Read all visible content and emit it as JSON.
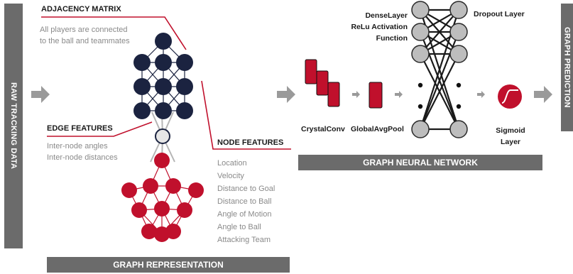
{
  "left_bar": {
    "label": "RAW TRACKING DATA"
  },
  "right_bar": {
    "label": "GRAPH PREDICTION"
  },
  "adjacency": {
    "title": "ADJACENCY MATRIX",
    "desc": [
      "All players are connected",
      "to the ball and teammates"
    ]
  },
  "edge": {
    "title": "EDGE FEATURES",
    "desc": [
      "Inter-node angles",
      "Inter-node distances"
    ]
  },
  "node": {
    "title": "NODE FEATURES",
    "items": [
      "Location",
      "Velocity",
      "Distance to Goal",
      "Distance to Ball",
      "Angle of Motion",
      "Angle to Ball",
      "Attacking Team"
    ]
  },
  "graph_representation": {
    "label": "GRAPH REPRESENTATION"
  },
  "gnn": {
    "label": "GRAPH NEURAL NETWORK",
    "crystal_conv": "CrystalConv",
    "global_avg_pool": "GlobalAvgPool",
    "dense": [
      "DenseLayer",
      "ReLu Activation",
      "Function"
    ],
    "dropout": "Dropout Layer",
    "sigmoid": [
      "Sigmoid",
      "Layer"
    ]
  },
  "colors": {
    "dark_node": "#1b2340",
    "red_node": "#c0102c",
    "ball_node": "#e6e6e6",
    "bar_gray": "#6b6b6b",
    "arrow_gray": "#9a9a9a",
    "label_line": "#c0102c"
  }
}
